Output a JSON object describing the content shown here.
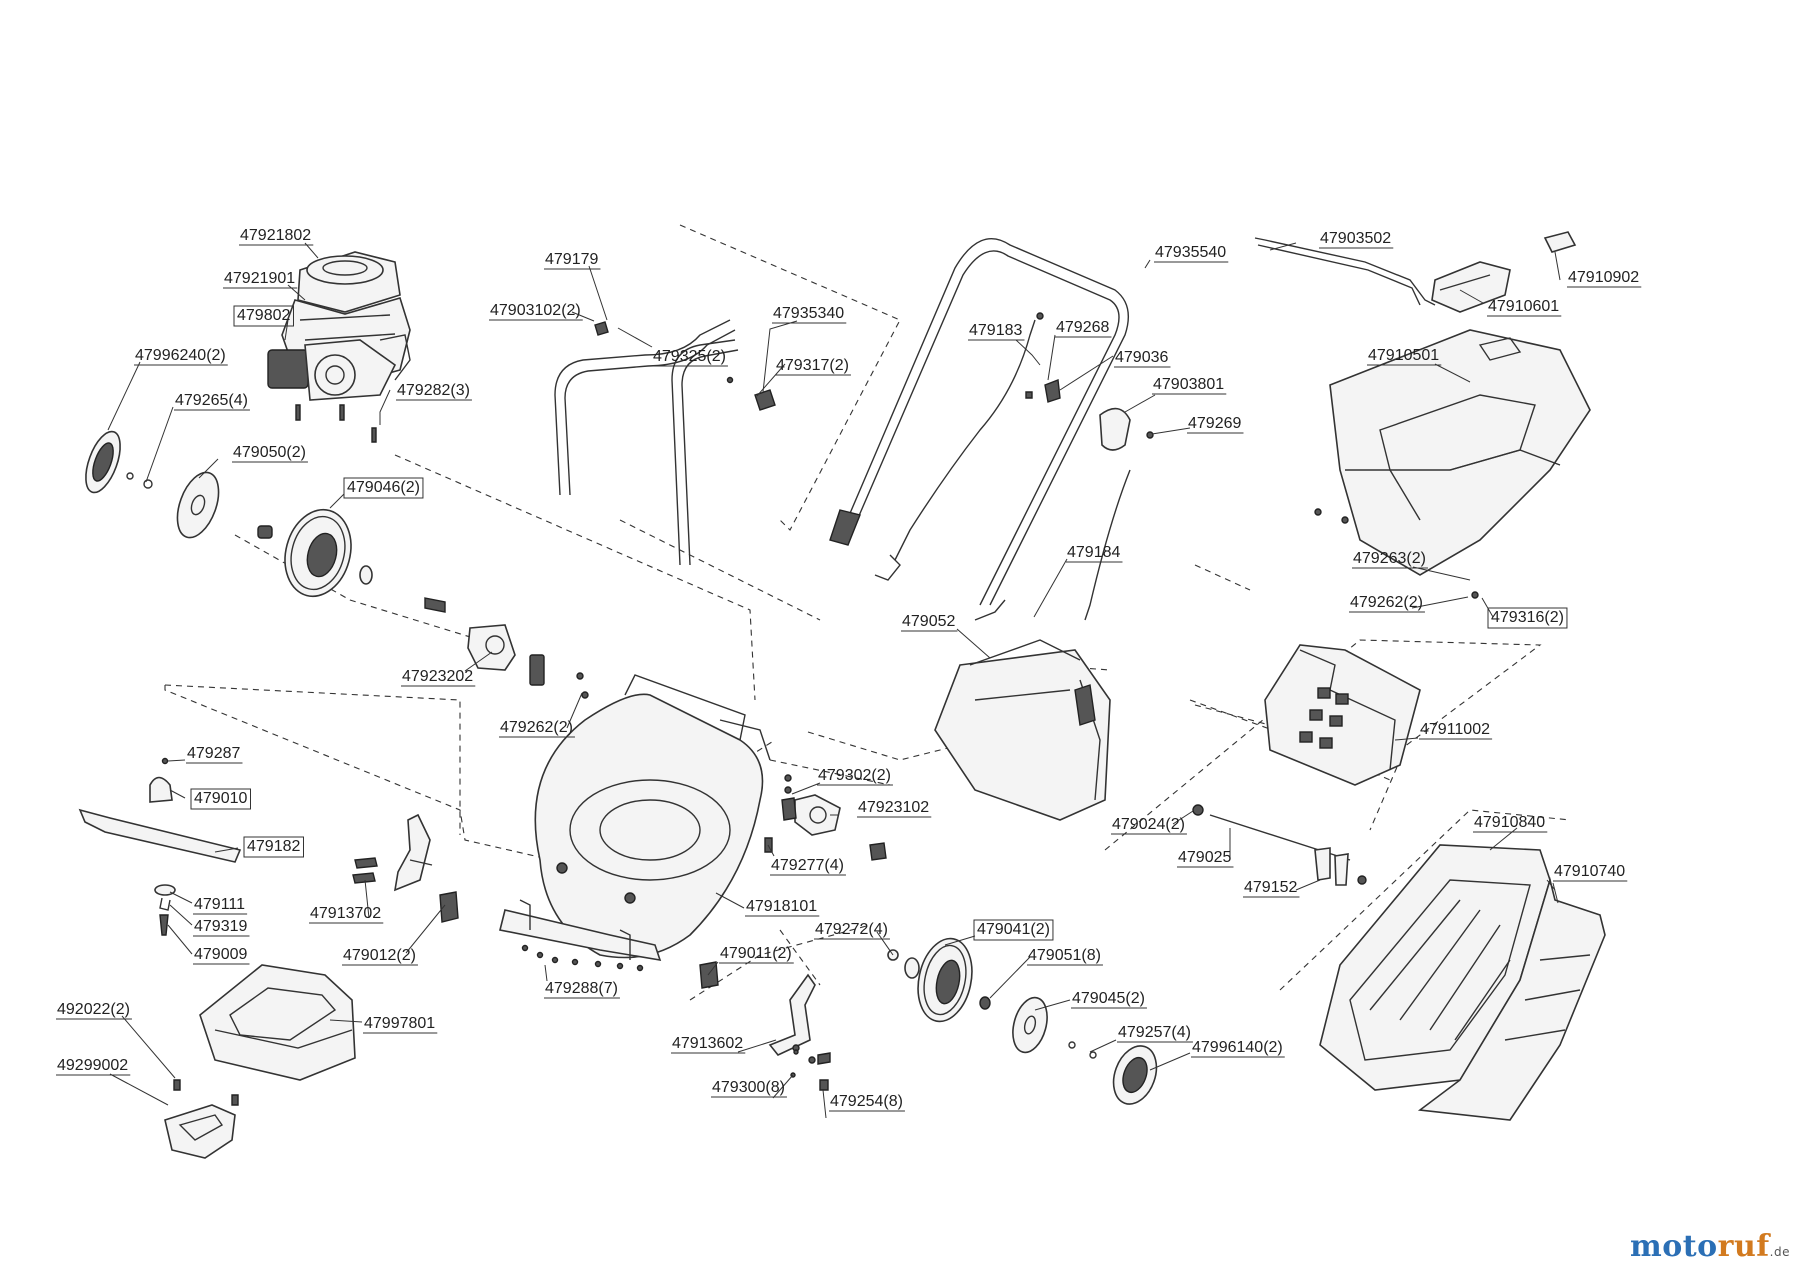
{
  "parts": [
    {
      "id": "p1",
      "label": "47921802"
    },
    {
      "id": "p2",
      "label": "47921901"
    },
    {
      "id": "p3",
      "label": "479802",
      "boxed": true
    },
    {
      "id": "p4",
      "label": "47996240(2)"
    },
    {
      "id": "p5",
      "label": "479265(4)"
    },
    {
      "id": "p6",
      "label": "479282(3)"
    },
    {
      "id": "p7",
      "label": "479050(2)"
    },
    {
      "id": "p8",
      "label": "479046(2)",
      "boxed": true
    },
    {
      "id": "p9",
      "label": "47923202"
    },
    {
      "id": "p10",
      "label": "479179"
    },
    {
      "id": "p11",
      "label": "47903102(2)"
    },
    {
      "id": "p12",
      "label": "479325(2)"
    },
    {
      "id": "p13",
      "label": "47935340"
    },
    {
      "id": "p14",
      "label": "479317(2)"
    },
    {
      "id": "p15",
      "label": "479183"
    },
    {
      "id": "p16",
      "label": "479268"
    },
    {
      "id": "p17",
      "label": "47935540"
    },
    {
      "id": "p18",
      "label": "479036"
    },
    {
      "id": "p19",
      "label": "47903801"
    },
    {
      "id": "p20",
      "label": "479269"
    },
    {
      "id": "p21",
      "label": "479184"
    },
    {
      "id": "p22",
      "label": "47903502"
    },
    {
      "id": "p23",
      "label": "47910601"
    },
    {
      "id": "p24",
      "label": "47910902"
    },
    {
      "id": "p25",
      "label": "47910501"
    },
    {
      "id": "p26",
      "label": "479263(2)"
    },
    {
      "id": "p27",
      "label": "479262(2)"
    },
    {
      "id": "p28",
      "label": "479316(2)",
      "boxed": true
    },
    {
      "id": "p29",
      "label": "479052"
    },
    {
      "id": "p30",
      "label": "479287"
    },
    {
      "id": "p31",
      "label": "479010",
      "boxed": true
    },
    {
      "id": "p32",
      "label": "479182",
      "boxed": true
    },
    {
      "id": "p33",
      "label": "479111"
    },
    {
      "id": "p34",
      "label": "479319"
    },
    {
      "id": "p35",
      "label": "479009"
    },
    {
      "id": "p36",
      "label": "479262(2)"
    },
    {
      "id": "p37",
      "label": "479302(2)"
    },
    {
      "id": "p38",
      "label": "47923102"
    },
    {
      "id": "p39",
      "label": "479277(4)"
    },
    {
      "id": "p40",
      "label": "47913702"
    },
    {
      "id": "p41",
      "label": "479012(2)"
    },
    {
      "id": "p42",
      "label": "47918101"
    },
    {
      "id": "p43",
      "label": "479288(7)"
    },
    {
      "id": "p44",
      "label": "479011(2)"
    },
    {
      "id": "p45",
      "label": "479272(4)"
    },
    {
      "id": "p46",
      "label": "479041(2)",
      "boxed": true
    },
    {
      "id": "p47",
      "label": "479051(8)"
    },
    {
      "id": "p48",
      "label": "479045(2)"
    },
    {
      "id": "p49",
      "label": "479257(4)"
    },
    {
      "id": "p50",
      "label": "47996140(2)"
    },
    {
      "id": "p51",
      "label": "47913602"
    },
    {
      "id": "p52",
      "label": "479300(8)"
    },
    {
      "id": "p53",
      "label": "479254(8)"
    },
    {
      "id": "p54",
      "label": "47911002"
    },
    {
      "id": "p55",
      "label": "479024(2)"
    },
    {
      "id": "p56",
      "label": "479025"
    },
    {
      "id": "p57",
      "label": "479152"
    },
    {
      "id": "p58",
      "label": "47910840"
    },
    {
      "id": "p59",
      "label": "47910740"
    },
    {
      "id": "p60",
      "label": "492022(2)"
    },
    {
      "id": "p61",
      "label": "47997801"
    },
    {
      "id": "p62",
      "label": "49299002"
    }
  ],
  "watermark": {
    "main_a": "moto",
    "main_b": "ruf",
    "suffix": ".de"
  }
}
